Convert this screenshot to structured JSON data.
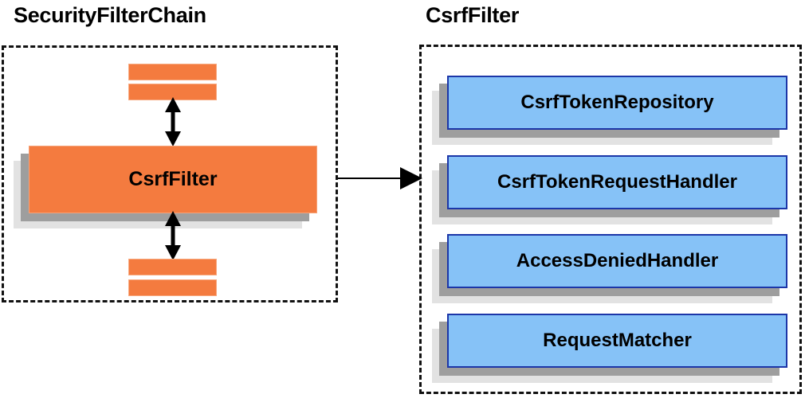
{
  "diagram": {
    "type": "component-relationship-diagram",
    "background_color": "#ffffff",
    "panels": [
      {
        "id": "security-filter-chain",
        "title": "SecurityFilterChain",
        "border_style": "dashed",
        "border_color": "#111111",
        "contents_description": "Filter chain containing CsrfFilter between other filters"
      },
      {
        "id": "csrf-filter",
        "title": "CsrfFilter",
        "border_style": "dashed",
        "border_color": "#111111",
        "contents_description": "Collaborators used by CsrfFilter"
      }
    ]
  },
  "left_panel": {
    "title": "SecurityFilterChain",
    "filter_stubs_top": [
      {
        "name": "filter-stub-top-1"
      },
      {
        "name": "filter-stub-top-2"
      }
    ],
    "filter_stubs_bottom": [
      {
        "name": "filter-stub-bottom-1"
      },
      {
        "name": "filter-stub-bottom-2"
      }
    ],
    "main_component": {
      "label": "CsrfFilter",
      "fill_color": "#f47b3f",
      "border_color": "#f6a277",
      "shadow_colors": [
        "#9e9e9e",
        "#e2e2e2"
      ]
    },
    "connectors": [
      {
        "name": "arrow-up-down-top",
        "style": "double-headed-vertical"
      },
      {
        "name": "arrow-up-down-bottom",
        "style": "double-headed-vertical"
      }
    ]
  },
  "right_panel": {
    "title": "CsrfFilter",
    "components": [
      {
        "label": "CsrfTokenRepository",
        "fill_color": "#86c2f7",
        "border_color": "#1c36a8"
      },
      {
        "label": "CsrfTokenRequestHandler",
        "fill_color": "#86c2f7",
        "border_color": "#1c36a8"
      },
      {
        "label": "AccessDeniedHandler",
        "fill_color": "#86c2f7",
        "border_color": "#1c36a8"
      },
      {
        "label": "RequestMatcher",
        "fill_color": "#86c2f7",
        "border_color": "#1c36a8"
      }
    ]
  },
  "cross_panel_connector": {
    "name": "arrow-left-to-right",
    "style": "single-headed-horizontal",
    "color": "#000000",
    "from": "SecurityFilterChain",
    "to": "CsrfFilter"
  },
  "colors": {
    "orange_fill": "#f47b3f",
    "orange_border": "#f6a277",
    "blue_fill": "#86c2f7",
    "blue_border": "#1c36a8",
    "shadow_mid": "#9e9e9e",
    "shadow_back": "#e2e2e2",
    "stroke": "#000000"
  }
}
